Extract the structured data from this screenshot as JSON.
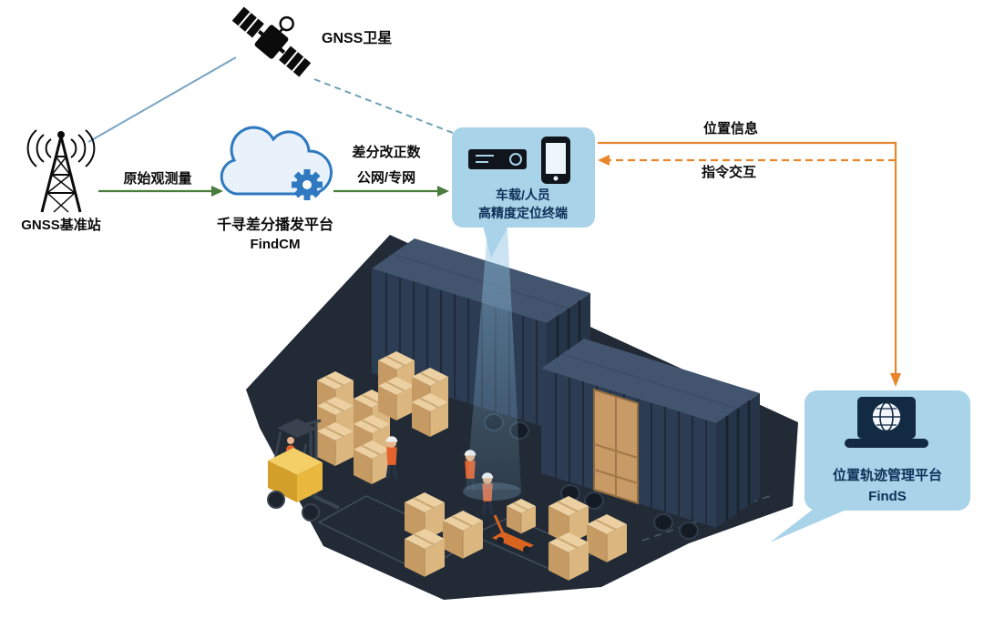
{
  "nodes": {
    "satellite": {
      "label": "GNSS卫星"
    },
    "base_station": {
      "label": "GNSS基准站"
    },
    "cloud": {
      "title": "千寻差分播发平台",
      "subtitle": "FindCM"
    },
    "terminal": {
      "line1": "车载/人员",
      "line2": "高精度定位终端"
    },
    "management": {
      "line1": "位置轨迹管理平台",
      "line2": "FindS"
    }
  },
  "edges": {
    "raw_observation": "原始观测量",
    "correction_line1": "差分改正数",
    "correction_line2": "公网/专网",
    "position_info": "位置信息",
    "command_interaction": "指令交互"
  },
  "icons": {
    "satellite": "gnss-satellite-icon",
    "base_station": "radio-tower-icon",
    "cloud": "cloud-gear-icon",
    "terminal_receiver": "vehicle-terminal-icon",
    "terminal_phone": "smartphone-icon",
    "management": "laptop-globe-icon"
  },
  "colors": {
    "bubble_background": "#a9d3e9",
    "bubble_text": "#0e3058",
    "green_arrow": "#4a7d3c",
    "orange_arrow": "#e8862d",
    "satellite_link_blue": "#7aa5c4",
    "satellite_link_dashed": "#6ea2b2",
    "cloud_blue": "#2e79c0",
    "platform_dark": "#212a35",
    "container_navy": "#2c3c52",
    "crate_tan": "#dcb67f",
    "forklift_yellow": "#f0c14b",
    "vest_orange": "#e4622d"
  }
}
